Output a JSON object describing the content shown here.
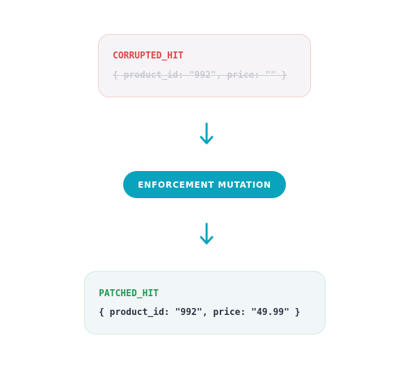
{
  "corrupted": {
    "title": "CORRUPTED_HIT",
    "payload": "{ product_id: \"992\", price: \"\" }"
  },
  "mutation": {
    "label": "ENFORCEMENT MUTATION"
  },
  "patched": {
    "title": "PATCHED_HIT",
    "payload": "{ product_id: \"992\", price: \"49.99\" }"
  },
  "colors": {
    "corrupted_accent": "#e24444",
    "patched_accent": "#1f9b4f",
    "flow_accent": "#0aa3bd"
  },
  "icons": {
    "flow_arrow": "arrow-down-icon"
  }
}
